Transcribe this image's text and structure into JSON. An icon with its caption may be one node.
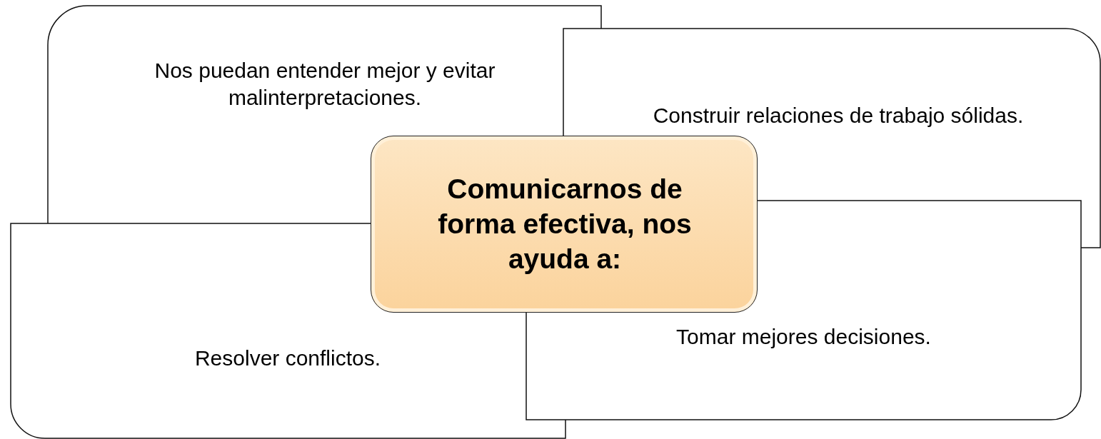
{
  "diagram": {
    "nodes": [
      {
        "text": [
          "Nos puedan entender mejor y evitar malinterpretaciones."
        ]
      },
      {
        "text": [
          "Construir relaciones de trabajo sólidas."
        ]
      },
      {
        "text": [
          "Comunicarnos de forma efectiva, nos ayuda a:"
        ]
      },
      {
        "text": [
          "Resolver conflictos."
        ]
      },
      {
        "text": [
          "Tomar mejores decisiones."
        ]
      }
    ]
  }
}
